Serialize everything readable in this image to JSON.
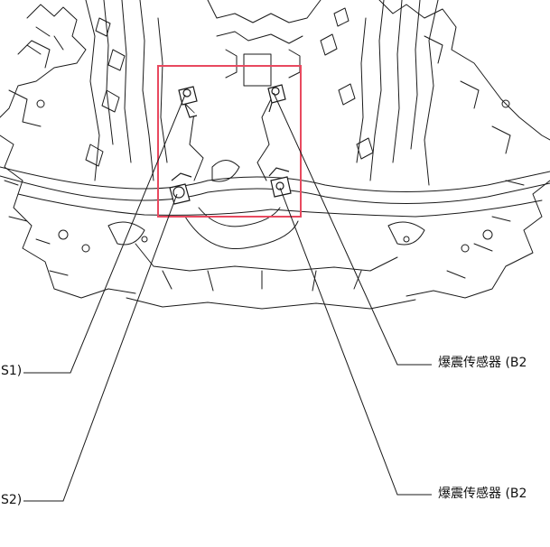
{
  "callouts": {
    "left_top": "S1)",
    "left_bottom": "S2)",
    "right_top": "爆震传感器 (B2",
    "right_bottom": "爆震传感器 (B2"
  },
  "colors": {
    "line": "#1a1a1a",
    "highlight": "#e8495f",
    "background": "#ffffff"
  }
}
